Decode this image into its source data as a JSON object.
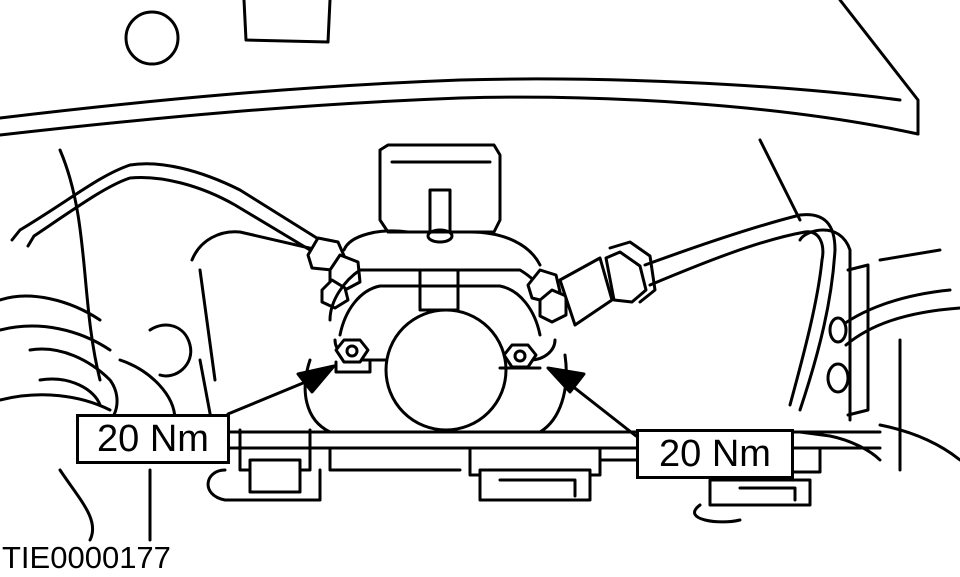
{
  "callouts": {
    "left": {
      "text": "20 Nm"
    },
    "right": {
      "text": "20 Nm"
    }
  },
  "reference_code": "TIE0000177"
}
